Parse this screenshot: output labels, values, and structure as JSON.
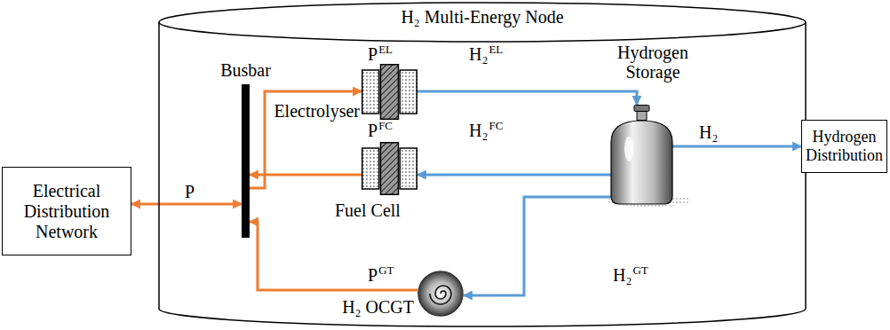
{
  "diagram": {
    "nodes": [
      {
        "text": [
          "H₂ Multi-Energy Node"
        ]
      },
      {
        "text": [
          "Electrical Distribution Network"
        ]
      },
      {
        "text": [
          "Busbar"
        ],
        "in": 0
      },
      {
        "text": [
          "Electrolyser"
        ],
        "in": 0
      },
      {
        "text": [
          "Fuel Cell"
        ],
        "in": 0
      },
      {
        "text": [
          "H₂ OCGT"
        ],
        "in": 0
      },
      {
        "text": [
          "Hydrogen Storage"
        ],
        "in": 0
      },
      {
        "text": [
          "Hydrogen Distribution"
        ]
      }
    ],
    "edges": [
      {
        "from": 1,
        "to": 2,
        "arrow": "both",
        "label": "P"
      },
      {
        "from": 2,
        "to": 3,
        "arrow": "to"
      },
      {
        "from": 4,
        "to": 2,
        "arrow": "to"
      },
      {
        "from": 5,
        "to": 2,
        "arrow": "to"
      },
      {
        "from": 3,
        "to": 6,
        "arrow": "to"
      },
      {
        "from": 6,
        "to": 4,
        "arrow": "to"
      },
      {
        "from": 6,
        "to": 5,
        "arrow": "to"
      },
      {
        "from": 6,
        "to": 7,
        "arrow": "to",
        "label": "H₂"
      }
    ],
    "labels": [
      "P",
      "EL",
      "H₂",
      "EL",
      "P",
      "FC",
      "H₂",
      "FC",
      "P",
      "GT",
      "H₂",
      "GT"
    ]
  }
}
